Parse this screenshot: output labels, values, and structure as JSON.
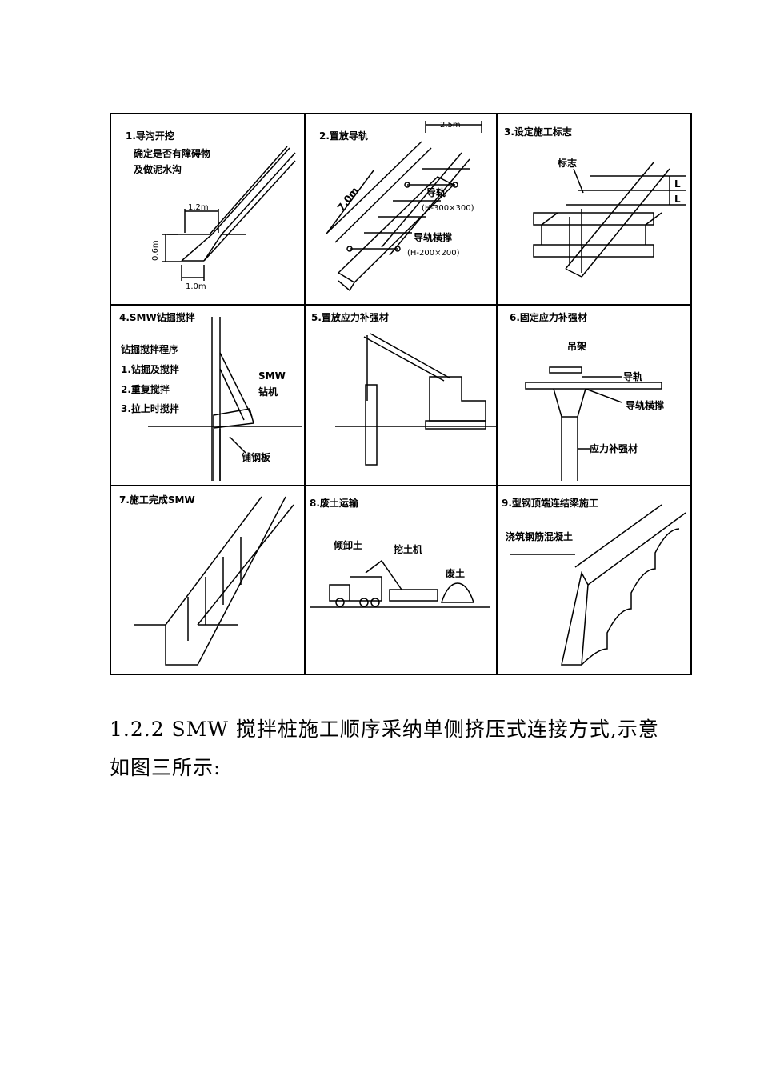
{
  "figure": {
    "panels": [
      {
        "title": "1.导沟开挖",
        "notes": [
          "确定是否有障碍物",
          "及做泥水沟"
        ],
        "dims": [
          "1.2m",
          "0.6m",
          "1.0m"
        ]
      },
      {
        "title": "2.置放导轨",
        "notes": [
          "导轨",
          "(H-300×300)",
          "导轨横撑",
          "(H-200×200)"
        ],
        "dims": [
          "2.5m",
          "7.0m"
        ]
      },
      {
        "title": "3.设定施工标志",
        "notes": [
          "标志"
        ],
        "dims": [
          "L",
          "L"
        ]
      },
      {
        "title": "4.SMW钻掘搅拌",
        "notes": [
          "钻掘搅拌程序",
          "1.钻掘及搅拌",
          "2.重复搅拌",
          "3.拉上时搅拌",
          "SMW",
          "钻机",
          "铺钢板"
        ]
      },
      {
        "title": "5.置放应力补强材"
      },
      {
        "title": "6.固定应力补强材",
        "notes": [
          "吊架",
          "导轨",
          "导轨横撑",
          "应力补强材"
        ]
      },
      {
        "title": "7.施工完成SMW"
      },
      {
        "title": "8.废土运输",
        "notes": [
          "倾卸土",
          "挖土机",
          "废土"
        ]
      },
      {
        "title": "9.型钢顶端连结梁施工",
        "notes": [
          "浇筑钢筋混凝土"
        ]
      }
    ]
  },
  "caption": {
    "line1": "1.2.2 SMW 搅拌桩施工顺序采纳单侧挤压式连接方式,示意",
    "line2": "如图三所示:"
  }
}
